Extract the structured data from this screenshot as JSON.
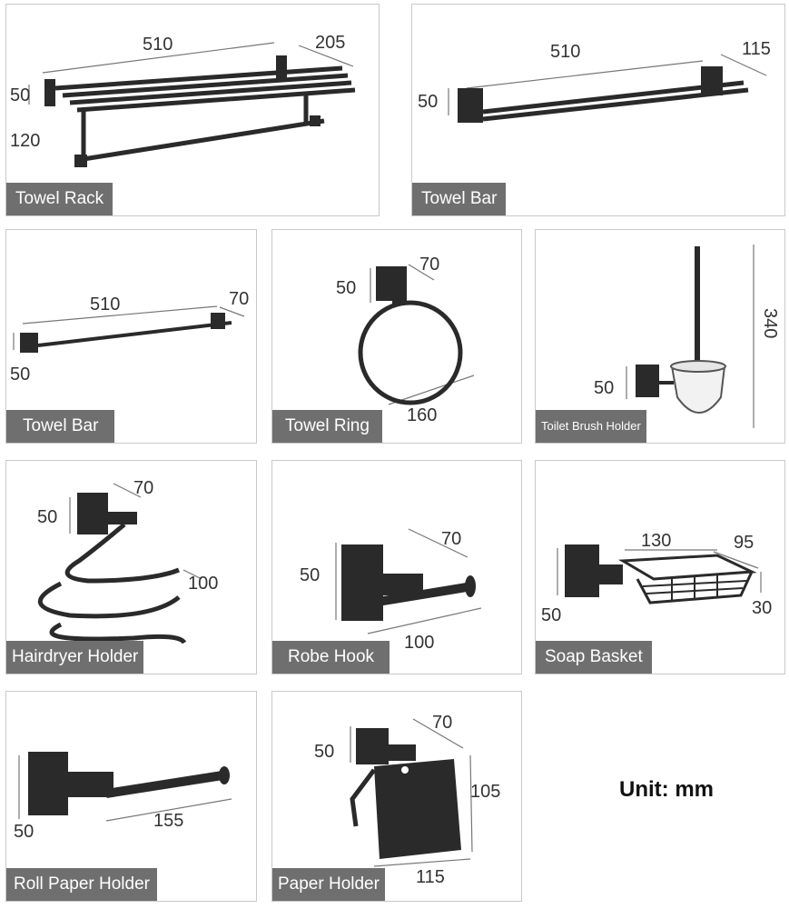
{
  "products": [
    {
      "id": "towel-rack",
      "name": "Towel Rack",
      "dims": [
        "510",
        "205",
        "50",
        "120"
      ]
    },
    {
      "id": "towel-bar-double",
      "name": "Towel Bar",
      "dims": [
        "510",
        "115",
        "50"
      ]
    },
    {
      "id": "towel-bar-single",
      "name": "Towel Bar",
      "dims": [
        "510",
        "70",
        "50"
      ]
    },
    {
      "id": "towel-ring",
      "name": "Towel Ring",
      "dims": [
        "70",
        "50",
        "160"
      ]
    },
    {
      "id": "toilet-brush-holder",
      "name": "Toilet Brush Holder",
      "dims": [
        "340",
        "50"
      ]
    },
    {
      "id": "hairdryer-holder",
      "name": "Hairdryer Holder",
      "dims": [
        "70",
        "50",
        "100"
      ]
    },
    {
      "id": "robe-hook",
      "name": "Robe Hook",
      "dims": [
        "70",
        "50",
        "100"
      ]
    },
    {
      "id": "soap-basket",
      "name": "Soap Basket",
      "dims": [
        "130",
        "95",
        "50",
        "30"
      ]
    },
    {
      "id": "roll-paper-holder",
      "name": "Roll Paper Holder",
      "dims": [
        "50",
        "155"
      ]
    },
    {
      "id": "paper-holder",
      "name": "Paper Holder",
      "dims": [
        "70",
        "50",
        "105",
        "115"
      ]
    }
  ],
  "unit_note": "Unit: mm"
}
